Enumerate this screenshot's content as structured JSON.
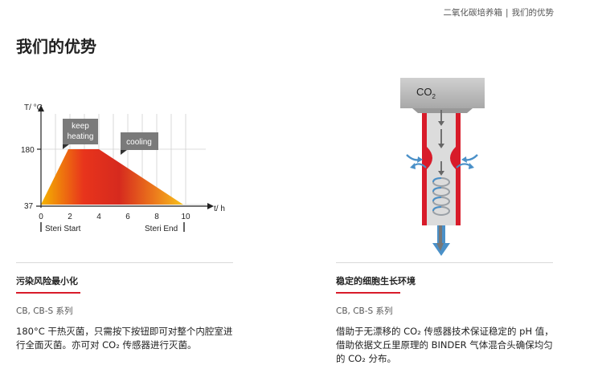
{
  "breadcrumb": {
    "parent": "二氧化碳培养箱",
    "current": "我们的优势"
  },
  "page_title": "我们的优势",
  "cards": [
    {
      "title": "污染风险最小化",
      "series": "CB, CB-S 系列",
      "description": "180°C 干热灭菌，只需按下按钮即可对整个内腔室进行全面灭菌。亦可对 CO₂ 传感器进行灭菌。",
      "figure": {
        "y_axis_label": "T/ °C",
        "x_axis_label": "t/ h",
        "y_tick_180": "180",
        "y_tick_37": "37",
        "x_ticks": [
          "0",
          "2",
          "4",
          "6",
          "8",
          "10"
        ],
        "callout_keep_line1": "keep",
        "callout_keep_line2": "heating",
        "callout_cooling": "cooling",
        "steri_start": "Steri Start",
        "steri_end": "Steri End"
      }
    },
    {
      "title": "稳定的细胞生长环境",
      "series": "CB, CB-S 系列",
      "description": "借助于无漂移的 CO₂ 传感器技术保证稳定的 pH 值，借助依据文丘里原理的 BINDER 气体混合头确保均匀的 CO₂ 分布。",
      "figure": {
        "label_co": "CO",
        "label_sub": "2"
      }
    }
  ],
  "colors": {
    "accent_red": "#d81b2a",
    "flow_blue": "#4a90c8",
    "callout_gray": "#7a7a7a"
  }
}
